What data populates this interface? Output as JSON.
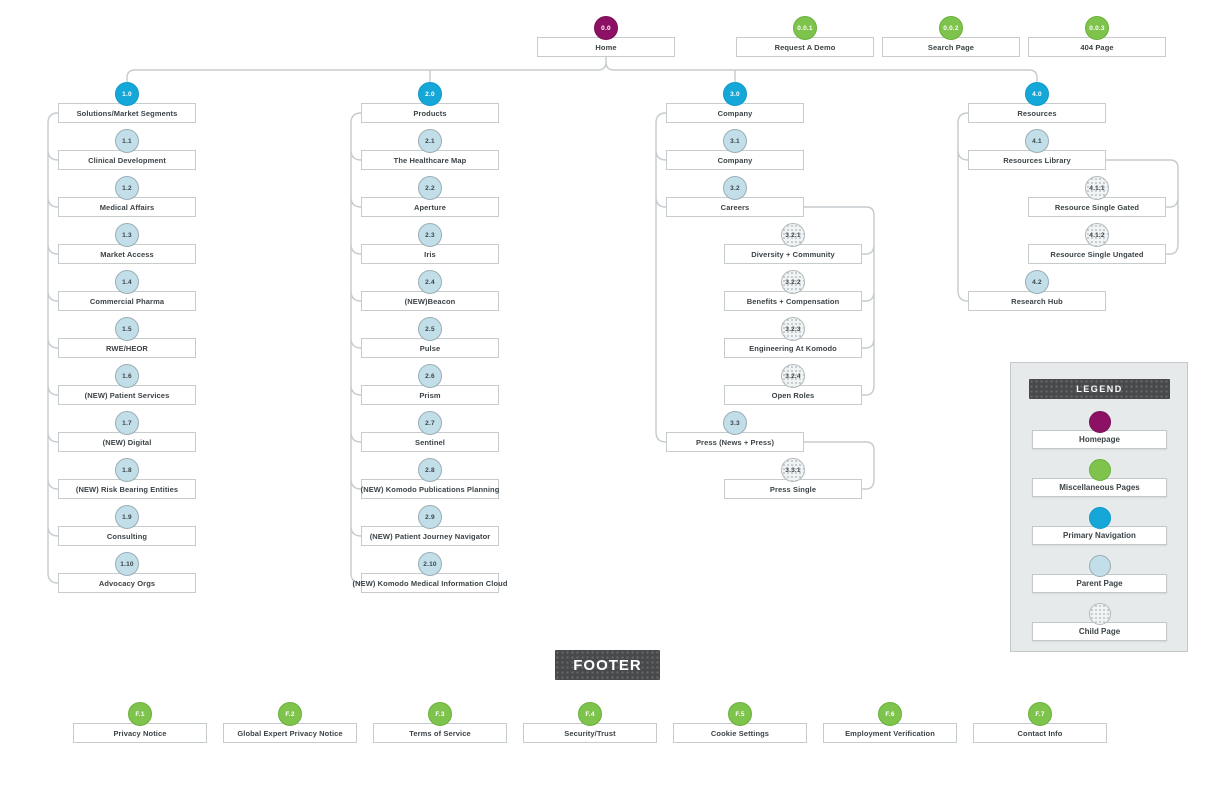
{
  "colors": {
    "homepage": "#8c1164",
    "miscellaneous": "#7dc34c",
    "primary_navigation": "#14a7d8",
    "parent_page": "#c2dfe9",
    "child_page": "#f1f4f4",
    "connector": "#c6cbcd",
    "dark_header": "#47494b"
  },
  "top": {
    "home": {
      "id": "0.0",
      "label": "Home"
    },
    "misc": [
      {
        "id": "0.0.1",
        "label": "Request A Demo"
      },
      {
        "id": "0.0.2",
        "label": "Search Page"
      },
      {
        "id": "0.0.3",
        "label": "404 Page"
      }
    ]
  },
  "branches": [
    {
      "id": "1.0",
      "label": "Solutions/Market Segments",
      "children": [
        {
          "id": "1.1",
          "label": "Clinical Development"
        },
        {
          "id": "1.2",
          "label": "Medical Affairs"
        },
        {
          "id": "1.3",
          "label": "Market Access"
        },
        {
          "id": "1.4",
          "label": "Commercial Pharma"
        },
        {
          "id": "1.5",
          "label": "RWE/HEOR"
        },
        {
          "id": "1.6",
          "label": "(NEW) Patient Services"
        },
        {
          "id": "1.7",
          "label": "(NEW) Digital"
        },
        {
          "id": "1.8",
          "label": "(NEW) Risk Bearing Entities"
        },
        {
          "id": "1.9",
          "label": "Consulting"
        },
        {
          "id": "1.10",
          "label": "Advocacy Orgs"
        }
      ]
    },
    {
      "id": "2.0",
      "label": "Products",
      "children": [
        {
          "id": "2.1",
          "label": "The Healthcare Map"
        },
        {
          "id": "2.2",
          "label": "Aperture"
        },
        {
          "id": "2.3",
          "label": "Iris"
        },
        {
          "id": "2.4",
          "label": "(NEW)Beacon"
        },
        {
          "id": "2.5",
          "label": "Pulse"
        },
        {
          "id": "2.6",
          "label": "Prism"
        },
        {
          "id": "2.7",
          "label": "Sentinel"
        },
        {
          "id": "2.8",
          "label": "(NEW) Komodo Publications Planning"
        },
        {
          "id": "2.9",
          "label": "(NEW) Patient Journey Navigator"
        },
        {
          "id": "2.10",
          "label": "(NEW) Komodo Medical Information Cloud"
        }
      ]
    },
    {
      "id": "3.0",
      "label": "Company",
      "children": [
        {
          "id": "3.1",
          "label": "Company"
        },
        {
          "id": "3.2",
          "label": "Careers",
          "children": [
            {
              "id": "3.2.1",
              "label": "Diversity + Community"
            },
            {
              "id": "3.2.2",
              "label": "Benefits + Compensation"
            },
            {
              "id": "3.2.3",
              "label": "Engineering At Komodo"
            },
            {
              "id": "3.2.4",
              "label": "Open Roles"
            }
          ]
        },
        {
          "id": "3.3",
          "label": "Press (News + Press)",
          "children": [
            {
              "id": "3.3.1",
              "label": "Press Single"
            }
          ]
        }
      ]
    },
    {
      "id": "4.0",
      "label": "Resources",
      "children": [
        {
          "id": "4.1",
          "label": "Resources Library",
          "children": [
            {
              "id": "4.1.1",
              "label": "Resource Single Gated"
            },
            {
              "id": "4.1.2",
              "label": "Resource Single Ungated"
            }
          ]
        },
        {
          "id": "4.2",
          "label": "Research Hub"
        }
      ]
    }
  ],
  "legend": {
    "title": "LEGEND",
    "items": [
      {
        "label": "Homepage",
        "swatch": "homepage"
      },
      {
        "label": "Miscellaneous Pages",
        "swatch": "miscellaneous"
      },
      {
        "label": "Primary Navigation",
        "swatch": "primary-navigation"
      },
      {
        "label": "Parent Page",
        "swatch": "parent-page"
      },
      {
        "label": "Child Page",
        "swatch": "child-page"
      }
    ]
  },
  "footer": {
    "title": "FOOTER",
    "items": [
      {
        "id": "F.1",
        "label": "Privacy Notice"
      },
      {
        "id": "F.2",
        "label": "Global Expert Privacy Notice"
      },
      {
        "id": "F.3",
        "label": "Terms of Service"
      },
      {
        "id": "F.4",
        "label": "Security/Trust"
      },
      {
        "id": "F.5",
        "label": "Cookie Settings"
      },
      {
        "id": "F.6",
        "label": "Employment Verification"
      },
      {
        "id": "F.7",
        "label": "Contact Info"
      }
    ]
  }
}
